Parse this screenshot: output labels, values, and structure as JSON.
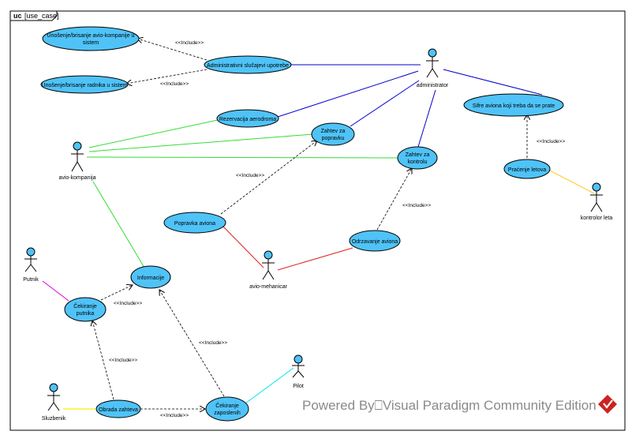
{
  "frame": {
    "kind": "uc",
    "name": "[use_case]"
  },
  "watermark": {
    "text": "Powered By⎕Visual Paradigm Community Edition"
  },
  "colors": {
    "use_case_fill": "#4fc3f7",
    "admin_line": "#0000cc",
    "airline_line": "#33dd33",
    "mechanic_line": "#dd2222",
    "passenger_line": "#dd00dd",
    "clerk_line": "#ffee00",
    "pilot_line": "#00e5ee",
    "controller_line": "#ffcc33",
    "logo_red": "#cc2222"
  },
  "actors": {
    "administrator": "administrator",
    "avio_kompanija": "avio-kompanija",
    "kontrolor_leta": "kontrolor leta",
    "avio_mehanicar": "avio-mehanicar",
    "putnik": "Putnik",
    "sluzbenik": "Sluzbenik",
    "pilot": "Pilot"
  },
  "use_cases": {
    "unos_avio": [
      "Unošenje/brisanje avio-kompanije u",
      "sistem"
    ],
    "unos_radnika": [
      "Unošenje/brisanje radnika u sistem"
    ],
    "admin_slucajevi": [
      "Administrativni slučajevi upotrebe"
    ],
    "rezervacija": [
      "Rezervacija aerodroma"
    ],
    "zahtev_popravku": [
      "Zahtev za",
      "popravku"
    ],
    "zahtev_kontrolu": [
      "Zahtev za",
      "kontrolu"
    ],
    "sifre_aviona": [
      "Sifre aviona koji treba da se prate"
    ],
    "pracenje_letova": [
      "Praćenje letova"
    ],
    "popravka_aviona": [
      "Popravka aviona"
    ],
    "odrzavanje_aviona": [
      "Odrzavanje aviona"
    ],
    "informacije": [
      "Informacije"
    ],
    "cekiranje_putnika": [
      "Čekiranje",
      "putnika"
    ],
    "obrada_zahteva": [
      "Obrada zahteva"
    ],
    "cekiranje_zaposlenih": [
      "Čekiranje",
      "zaposlenih"
    ]
  },
  "include_label": "<<Include>>"
}
